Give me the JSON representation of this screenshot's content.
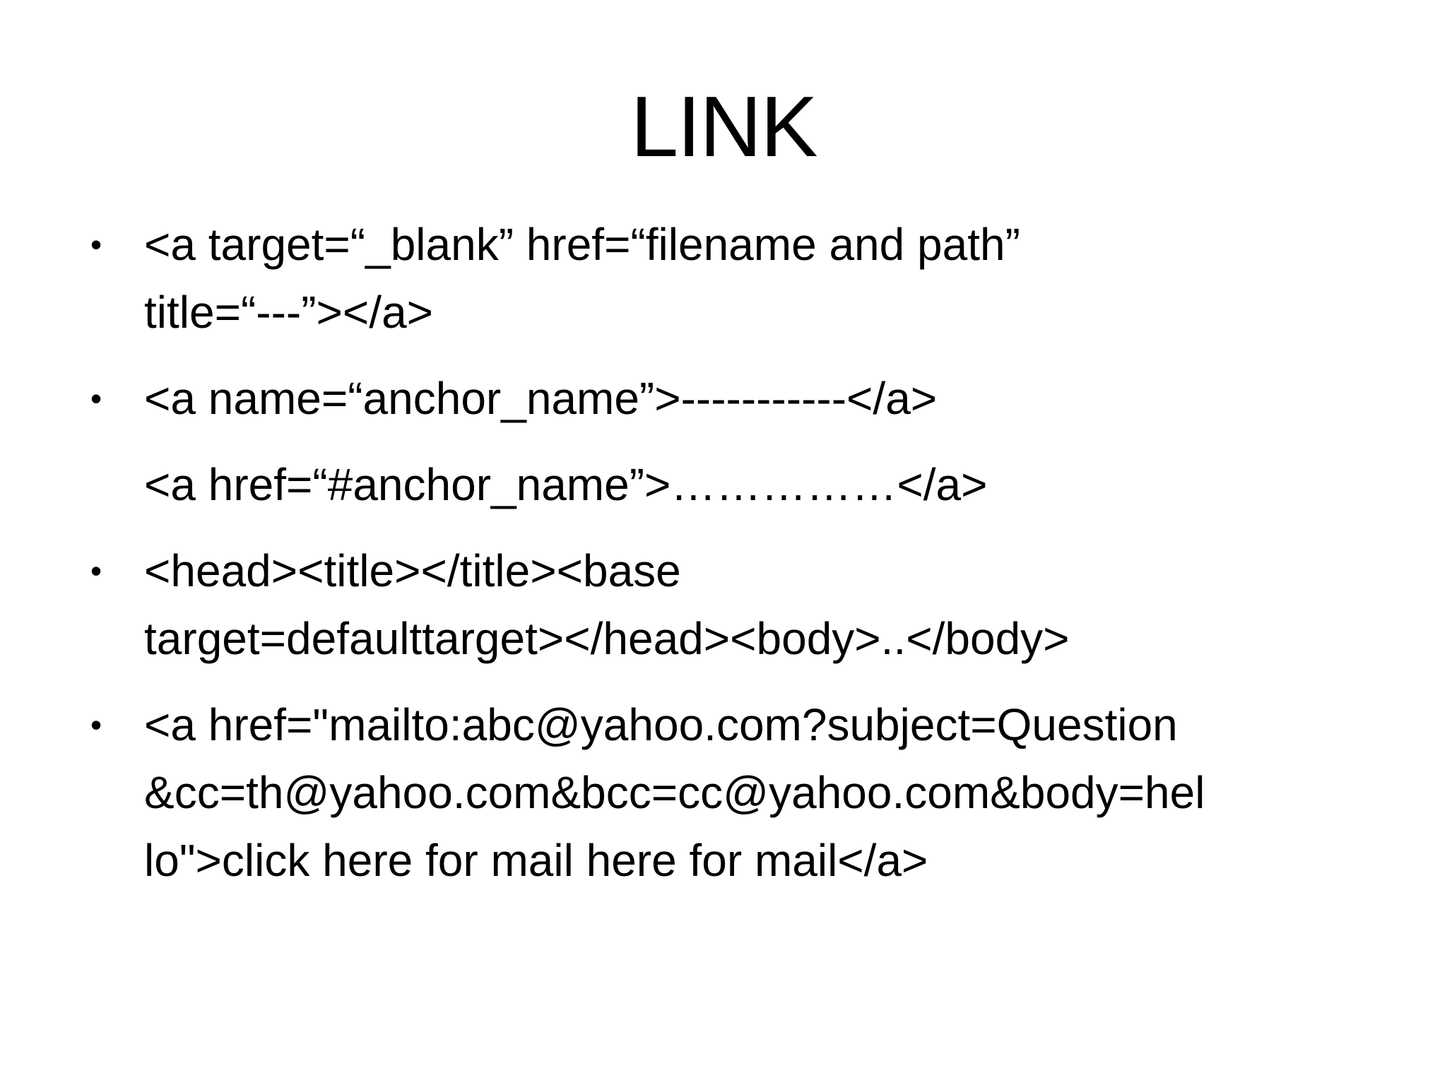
{
  "colors": {
    "background": "#ffffff",
    "text": "#000000"
  },
  "slide": {
    "title": "LINK",
    "bullet_char": "•",
    "bullets": [
      {
        "has_marker": true,
        "lines": [
          "<a target=“_blank” href=“filename and path”",
          "title=“---”></a>"
        ]
      },
      {
        "has_marker": true,
        "lines": [
          "<a name=“anchor_name”>-----------</a>"
        ]
      },
      {
        "has_marker": false,
        "lines": [
          "<a href=“#anchor_name”>……………</a>"
        ]
      },
      {
        "has_marker": true,
        "lines": [
          "<head><title></title><base",
          "target=defaulttarget></head><body>..</body>"
        ]
      },
      {
        "has_marker": true,
        "lines": [
          "<a href=\"mailto:abc@yahoo.com?subject=Question",
          "&cc=th@yahoo.com&bcc=cc@yahoo.com&body=hel",
          "lo\">click here for mail here for mail</a>"
        ]
      }
    ]
  }
}
